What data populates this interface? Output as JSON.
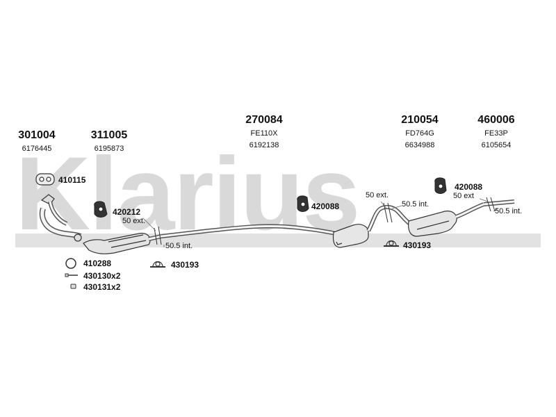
{
  "watermark": {
    "text": "Klarius"
  },
  "top_parts": [
    {
      "part_no": "301004",
      "oem": "6176445"
    },
    {
      "part_no": "311005",
      "oem": "6195873"
    },
    {
      "part_no": "270084",
      "sub": "FE110X",
      "oem": "6192138"
    },
    {
      "part_no": "210054",
      "sub": "FD764G",
      "oem": "6634988"
    },
    {
      "part_no": "460006",
      "sub": "FE33P",
      "oem": "6105654"
    }
  ],
  "fitting_codes": {
    "gasket": "410115",
    "hanger_front": "420212",
    "hanger_mid": "420088",
    "hanger_rear": "420088",
    "clamp_front": "430193",
    "clamp_rear": "430193",
    "ring": "410288",
    "bolt": "430130x2",
    "nut": "430131x2"
  },
  "dimension_notes": {
    "ext_front": "50 ext.",
    "int_front": "50.5 int.",
    "ext_mid": "50 ext.",
    "int_mid": "50.5 int.",
    "ext_rear": "50 ext",
    "int_rear": "50.5 int."
  }
}
